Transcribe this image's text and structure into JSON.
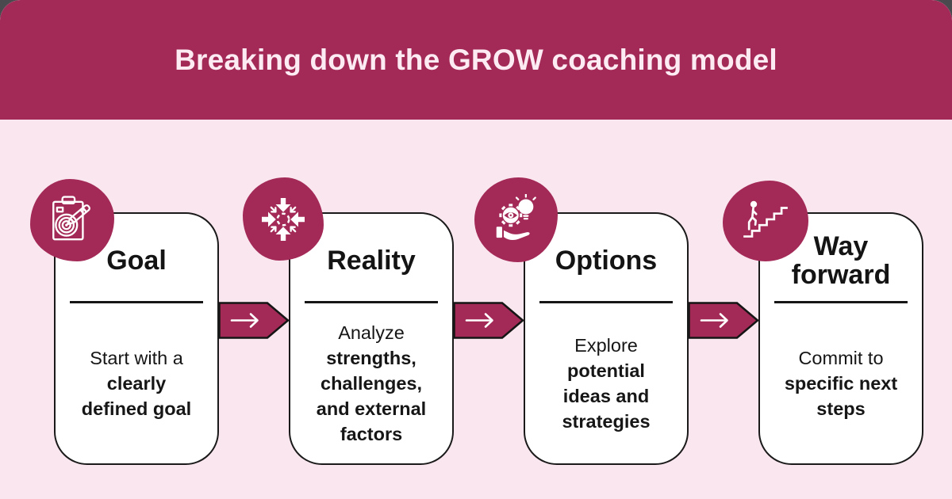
{
  "header": {
    "title": "Breaking down the GROW coaching model"
  },
  "colors": {
    "accent": "#a32956",
    "background": "#fae6ee",
    "card_bg": "#ffffff",
    "card_border": "#1a1a1a",
    "header_text": "#fcebf2",
    "body_text": "#161616",
    "outer_corner": "#4a4a4e"
  },
  "steps": [
    {
      "title": "Goal",
      "icon": "clipboard-target-pencil-icon",
      "body_lines": [
        {
          "text": "Start with a",
          "bold": false
        },
        {
          "text": "clearly",
          "bold": true
        },
        {
          "text": "defined goal",
          "bold": true
        }
      ]
    },
    {
      "title": "Reality",
      "icon": "converging-arrows-icon",
      "body_lines": [
        {
          "text": "Analyze",
          "bold": false
        },
        {
          "text": "strengths,",
          "bold": true
        },
        {
          "text": "challenges,",
          "bold": true
        },
        {
          "text": "and external",
          "bold": true
        },
        {
          "text": "factors",
          "bold": true
        }
      ]
    },
    {
      "title": "Options",
      "icon": "hand-gear-lightbulb-icon",
      "body_lines": [
        {
          "text": "Explore",
          "bold": false
        },
        {
          "text": "potential",
          "bold": true
        },
        {
          "text": "ideas and",
          "bold": true
        },
        {
          "text": "strategies",
          "bold": true
        }
      ]
    },
    {
      "title": "Way forward",
      "icon": "person-climbing-stairs-icon",
      "body_lines": [
        {
          "text": "Commit to",
          "bold": false
        },
        {
          "text": "specific next",
          "bold": true
        },
        {
          "text": "steps",
          "bold": true
        }
      ]
    }
  ],
  "connector": {
    "icon": "right-arrow-icon",
    "count": 3
  }
}
